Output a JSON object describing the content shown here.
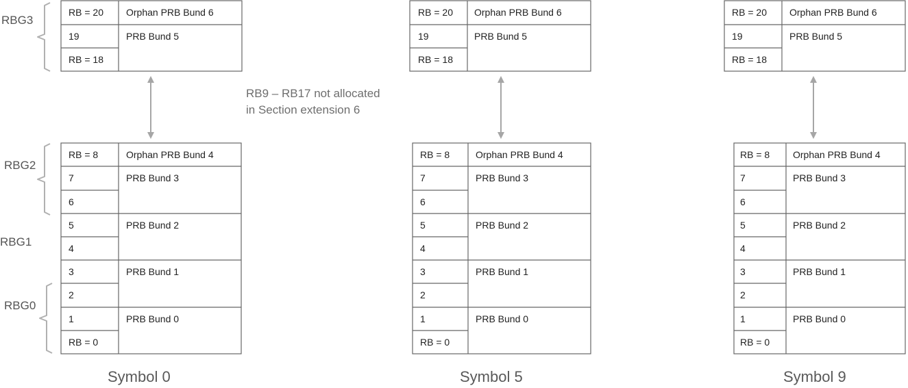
{
  "colors": {
    "cell_border": "#666666",
    "bracket": "#b0b0b0",
    "arrow": "#a6a6a6",
    "label_text": "#595959",
    "note_text": "#6e6e6e"
  },
  "note": {
    "line1": "RB9 – RB17 not allocated",
    "line2": "in Section extension 6"
  },
  "rbg_labels": {
    "rbg3": "RBG3",
    "rbg2": "RBG2",
    "rbg1": "RBG1",
    "rbg0": "RBG0"
  },
  "symbols": [
    {
      "label": "Symbol 0",
      "top_group": {
        "rb_rows": [
          "RB = 20",
          "19",
          "RB = 18"
        ],
        "bundles": [
          "Orphan  PRB Bund 6",
          "PRB Bund 5"
        ]
      },
      "bottom_group": {
        "rb_rows": [
          "RB = 8",
          "7",
          "6",
          "5",
          "4",
          "3",
          "2",
          "1",
          "RB = 0"
        ],
        "bundles": [
          "Orphan  PRB Bund 4",
          "PRB Bund 3",
          "PRB Bund 2",
          "PRB Bund 1",
          "PRB Bund 0"
        ]
      }
    },
    {
      "label": "Symbol 5",
      "top_group": {
        "rb_rows": [
          "RB = 20",
          "19",
          "RB = 18"
        ],
        "bundles": [
          "Orphan  PRB Bund 6",
          "PRB Bund 5"
        ]
      },
      "bottom_group": {
        "rb_rows": [
          "RB = 8",
          "7",
          "6",
          "5",
          "4",
          "3",
          "2",
          "1",
          "RB = 0"
        ],
        "bundles": [
          "Orphan  PRB Bund 4",
          "PRB Bund 3",
          "PRB Bund 2",
          "PRB Bund 1",
          "PRB Bund 0"
        ]
      }
    },
    {
      "label": "Symbol 9",
      "top_group": {
        "rb_rows": [
          "RB = 20",
          "19",
          "RB = 18"
        ],
        "bundles": [
          "Orphan  PRB Bund 6",
          "PRB Bund 5"
        ]
      },
      "bottom_group": {
        "rb_rows": [
          "RB = 8",
          "7",
          "6",
          "5",
          "4",
          "3",
          "2",
          "1",
          "RB = 0"
        ],
        "bundles": [
          "Orphan  PRB Bund 4",
          "PRB Bund 3",
          "PRB Bund 2",
          "PRB Bund 1",
          "PRB Bund 0"
        ]
      }
    }
  ]
}
